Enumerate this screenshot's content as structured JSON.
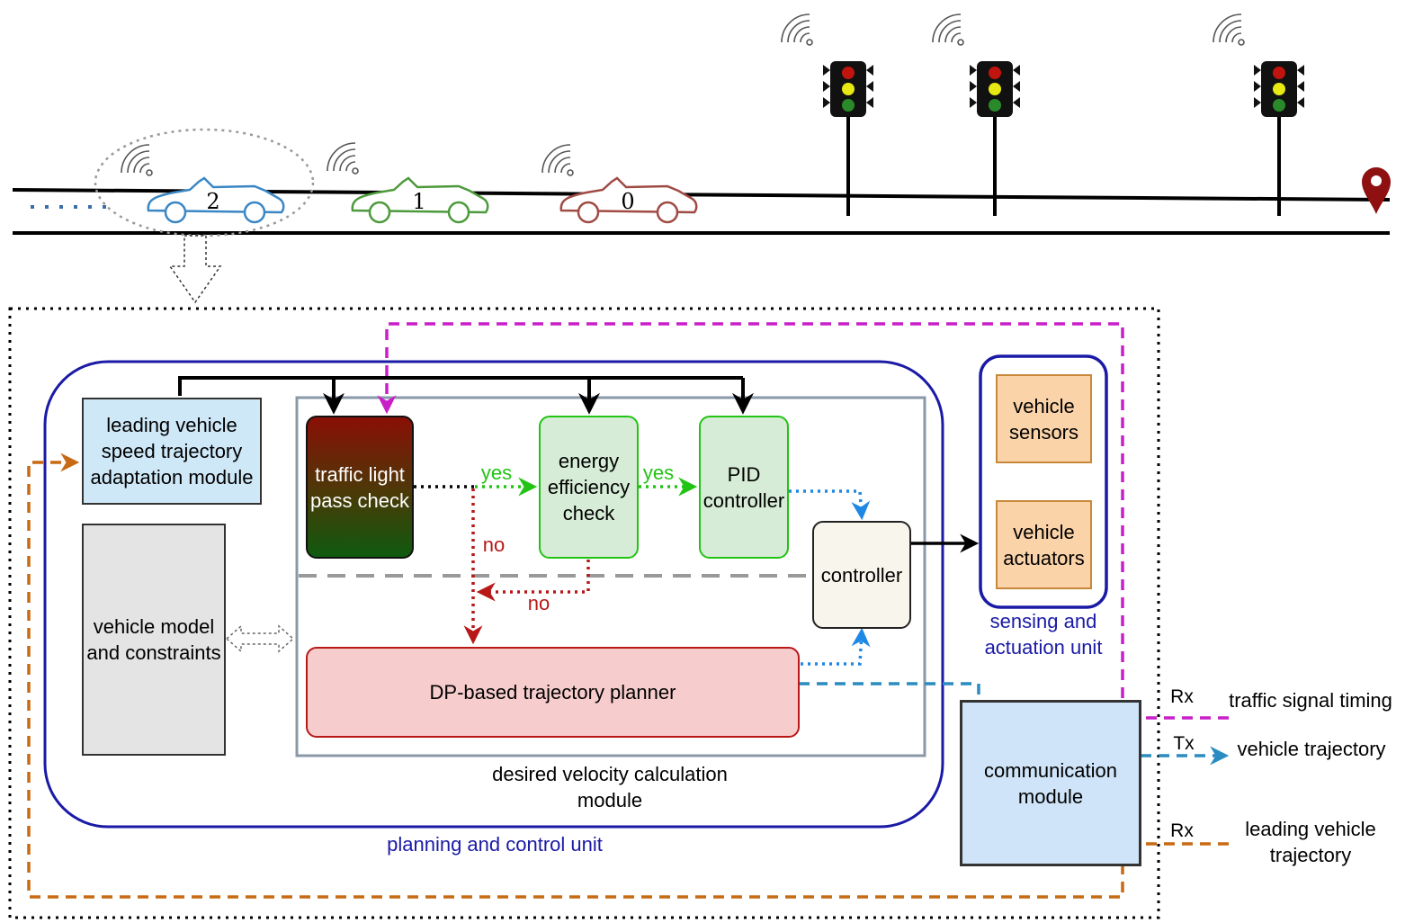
{
  "vehicles": [
    {
      "label": "2",
      "color": "#3b86c4"
    },
    {
      "label": "1",
      "color": "#4d9a3c"
    },
    {
      "label": "0",
      "color": "#a04a44"
    }
  ],
  "blocks": {
    "leading_module": "leading vehicle speed trajectory adaptation module",
    "vehicle_model": "vehicle model and constraints",
    "traffic_light_check": "traffic light pass check",
    "energy_check": "energy efficiency check",
    "pid": "PID controller",
    "controller": "controller",
    "dp_planner": "DP-based trajectory planner",
    "vehicle_sensors": "vehicle sensors",
    "vehicle_actuators": "vehicle actuators",
    "communication": "communication module"
  },
  "group_labels": {
    "desired_velocity": "desired velocity calculation module",
    "planning_control": "planning and control unit",
    "sensing_actuation": "sensing and actuation unit"
  },
  "edge_labels": {
    "yes1": "yes",
    "yes2": "yes",
    "no1": "no",
    "no2": "no"
  },
  "io": {
    "rx1": "Rx",
    "traffic_signal_timing": "traffic signal timing",
    "tx": "Tx",
    "vehicle_trajectory": "vehicle trajectory",
    "rx2": "Rx",
    "leading_vehicle_trajectory": "leading vehicle trajectory"
  },
  "colors": {
    "planning_border": "#1a1aa6",
    "magenta": "#c81fc8",
    "orange": "#c86a14",
    "blue_dash": "#2a8cc0",
    "green": "#22c414",
    "red": "#b81818",
    "dot_blue": "#1e88e5"
  }
}
